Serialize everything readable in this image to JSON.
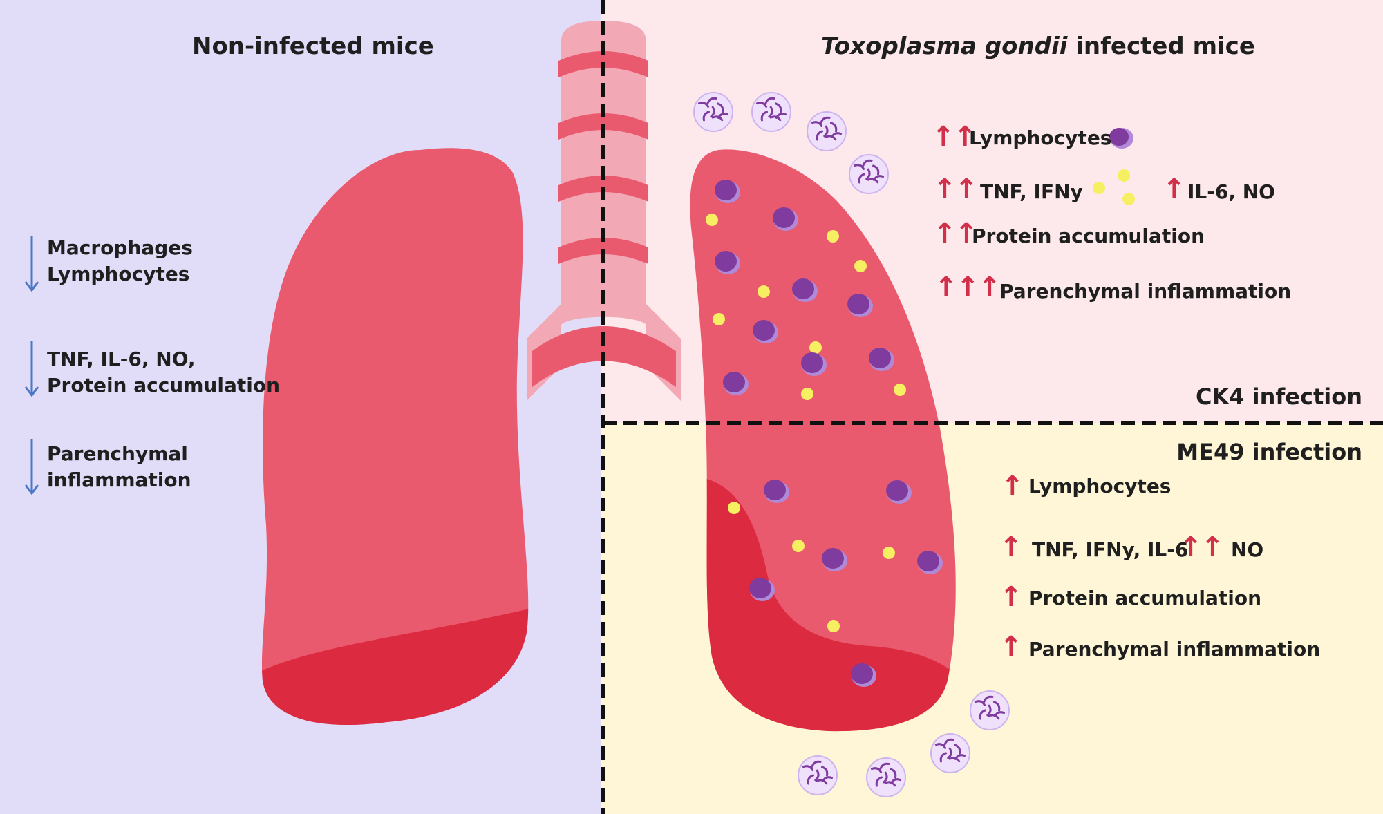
{
  "titles": {
    "left": "Non-infected mice",
    "right_italic": "Toxoplasma gondii",
    "right_rest": " infected mice"
  },
  "sections": {
    "ck4": "CK4 infection",
    "me49": "ME49 infection"
  },
  "left_effects": [
    {
      "direction": "down",
      "lines": [
        "Macrophages",
        "Lymphocytes"
      ]
    },
    {
      "direction": "down",
      "lines": [
        "TNF, IL-6, NO,",
        "Protein accumulation"
      ]
    },
    {
      "direction": "down",
      "lines": [
        "Parenchymal",
        "inflammation"
      ]
    }
  ],
  "ck4_effects": {
    "lymphocytes": {
      "level": 2,
      "arrows": "↑↑",
      "label": "Lymphocytes"
    },
    "cytokines": {
      "level": 2,
      "arrows": "↑↑",
      "label": "TNF, IFNy"
    },
    "il6_no": {
      "level": 1,
      "arrows": "↑",
      "label": "IL-6, NO"
    },
    "protein": {
      "level": 2,
      "arrows": "↑↑",
      "label": "Protein accumulation"
    },
    "inflammation": {
      "level": 3,
      "arrows": "↑↑↑",
      "label": "Parenchymal inflammation"
    }
  },
  "me49_effects": {
    "lymphocytes": {
      "level": 1,
      "arrows": "↑",
      "label": "Lymphocytes"
    },
    "cytokines": {
      "level": 1,
      "arrows": "↑",
      "label": "TNF, IFNy, IL-6"
    },
    "no": {
      "level": 2,
      "arrows": "↑↑",
      "label": "NO"
    },
    "protein": {
      "level": 1,
      "arrows": "↑",
      "label": "Protein accumulation"
    },
    "inflammation": {
      "level": 1,
      "arrows": "↑",
      "label": "Parenchymal inflammation"
    }
  },
  "colors": {
    "left_panel": "#e1dcf8",
    "ck4_panel": "#fde8ec",
    "me49_panel": "#fef6d6",
    "lung": "#ea5a6e",
    "lung_dark": "#dc2b41",
    "trachea": "#f2a9b5",
    "cartilage": "#ea5a6e",
    "lymphocyte": "#7f3b9e",
    "lymphocyte_rim": "#b08ad8",
    "cytokine": "#f7ef62",
    "parasite_cyst": "#efe1fb",
    "arrow_up": "#d2304a",
    "arrow_down": "#4a78c6",
    "divider": "#111111"
  },
  "icons": [
    "lymphocyte-icon",
    "cytokine-dots-icon",
    "toxoplasma-cyst-icon",
    "arrow-up-icon",
    "arrow-down-icon"
  ]
}
